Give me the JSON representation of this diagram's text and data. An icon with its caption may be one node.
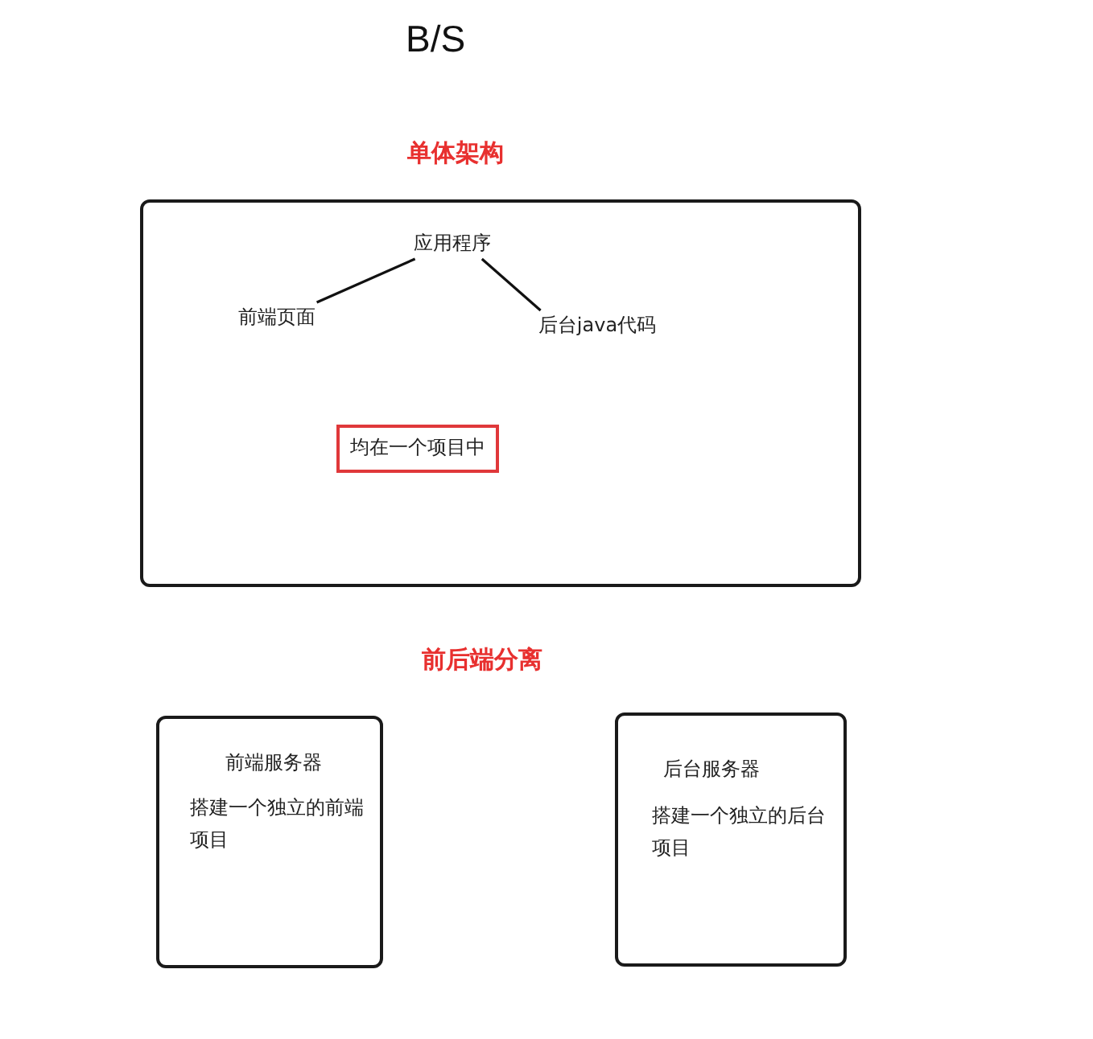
{
  "diagram": {
    "title": "B/S",
    "nodes": [
      {
        "text": [
          "单体架构"
        ]
      },
      {
        "text": [
          "应用程序"
        ],
        "in": 0
      },
      {
        "text": [
          "前端页面"
        ],
        "in": 0
      },
      {
        "text": [
          "后台java代码"
        ],
        "in": 0
      },
      {
        "text": [
          "均在一个项目中"
        ],
        "in": 0
      },
      {
        "text": [
          "前端服务器",
          "搭建一个独立的前端项目"
        ]
      },
      {
        "text": [
          "后台服务器",
          "搭建一个独立的后台项目"
        ]
      }
    ],
    "edges": [
      {
        "from": 1,
        "to": 2,
        "arrow": "none"
      },
      {
        "from": 1,
        "to": 3,
        "arrow": "none"
      }
    ],
    "labels": [
      "前后端分离"
    ]
  }
}
